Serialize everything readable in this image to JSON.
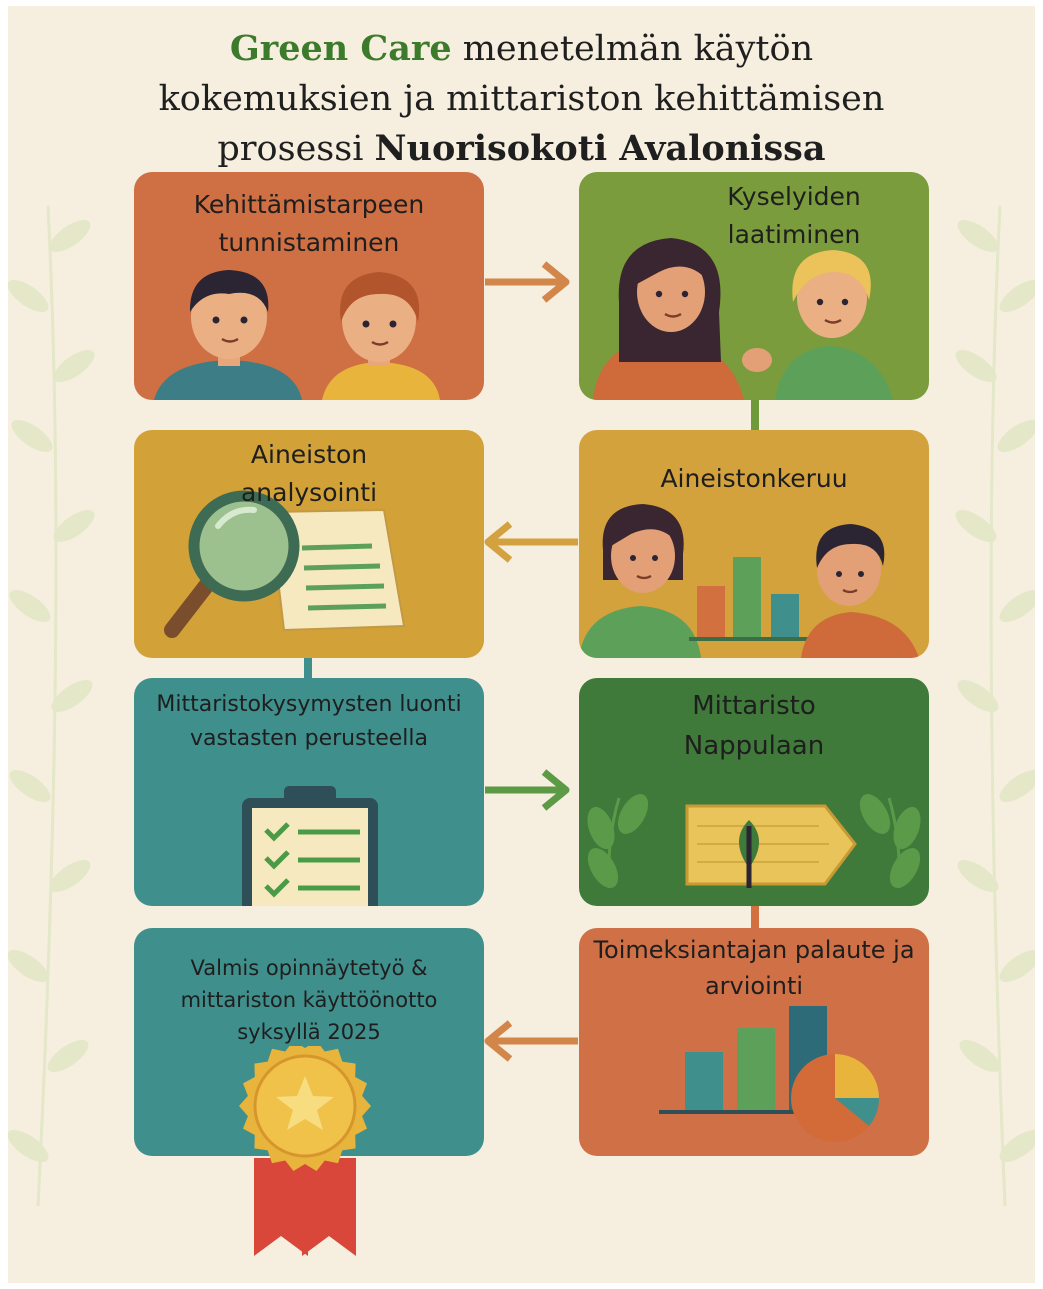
{
  "title": {
    "line1_green": "Green Care",
    "line1_rest": " menetelmän käytön",
    "line2": "kokemuksien ja mittariston kehittämisen",
    "line3_plain": "prosessi ",
    "line3_bold": "Nuorisokoti Avalonissa"
  },
  "steps": [
    {
      "label": "Kehittämistarpeen tunnistaminen",
      "color": "#cf6f44"
    },
    {
      "label": "Kyselyiden laatiminen",
      "color": "#7a9c3c"
    },
    {
      "label": "Aineistonkeruu",
      "color": "#d4a23c"
    },
    {
      "label": "Aineiston analysointi",
      "color": "#d2a138"
    },
    {
      "label": "Mittaristokysymysten luonti vastasten perusteella",
      "color": "#3f8f8c"
    },
    {
      "label": "Mittaristo Nappulaan",
      "color": "#3f7a3a"
    },
    {
      "label": "Toimeksiantajan palaute ja arviointi",
      "color": "#cf7046"
    },
    {
      "label": "Valmis opinnäytetyö & mittariston käyttöönotto syksyllä 2025",
      "color": "#3f8f8c"
    }
  ],
  "colors": {
    "background": "#f6efdf",
    "title_green": "#3c7a2c",
    "arrow_orange": "#d3864a",
    "arrow_green": "#5d9a45",
    "connector_teal": "#3f8f8c",
    "connector_orange": "#d2703f"
  }
}
